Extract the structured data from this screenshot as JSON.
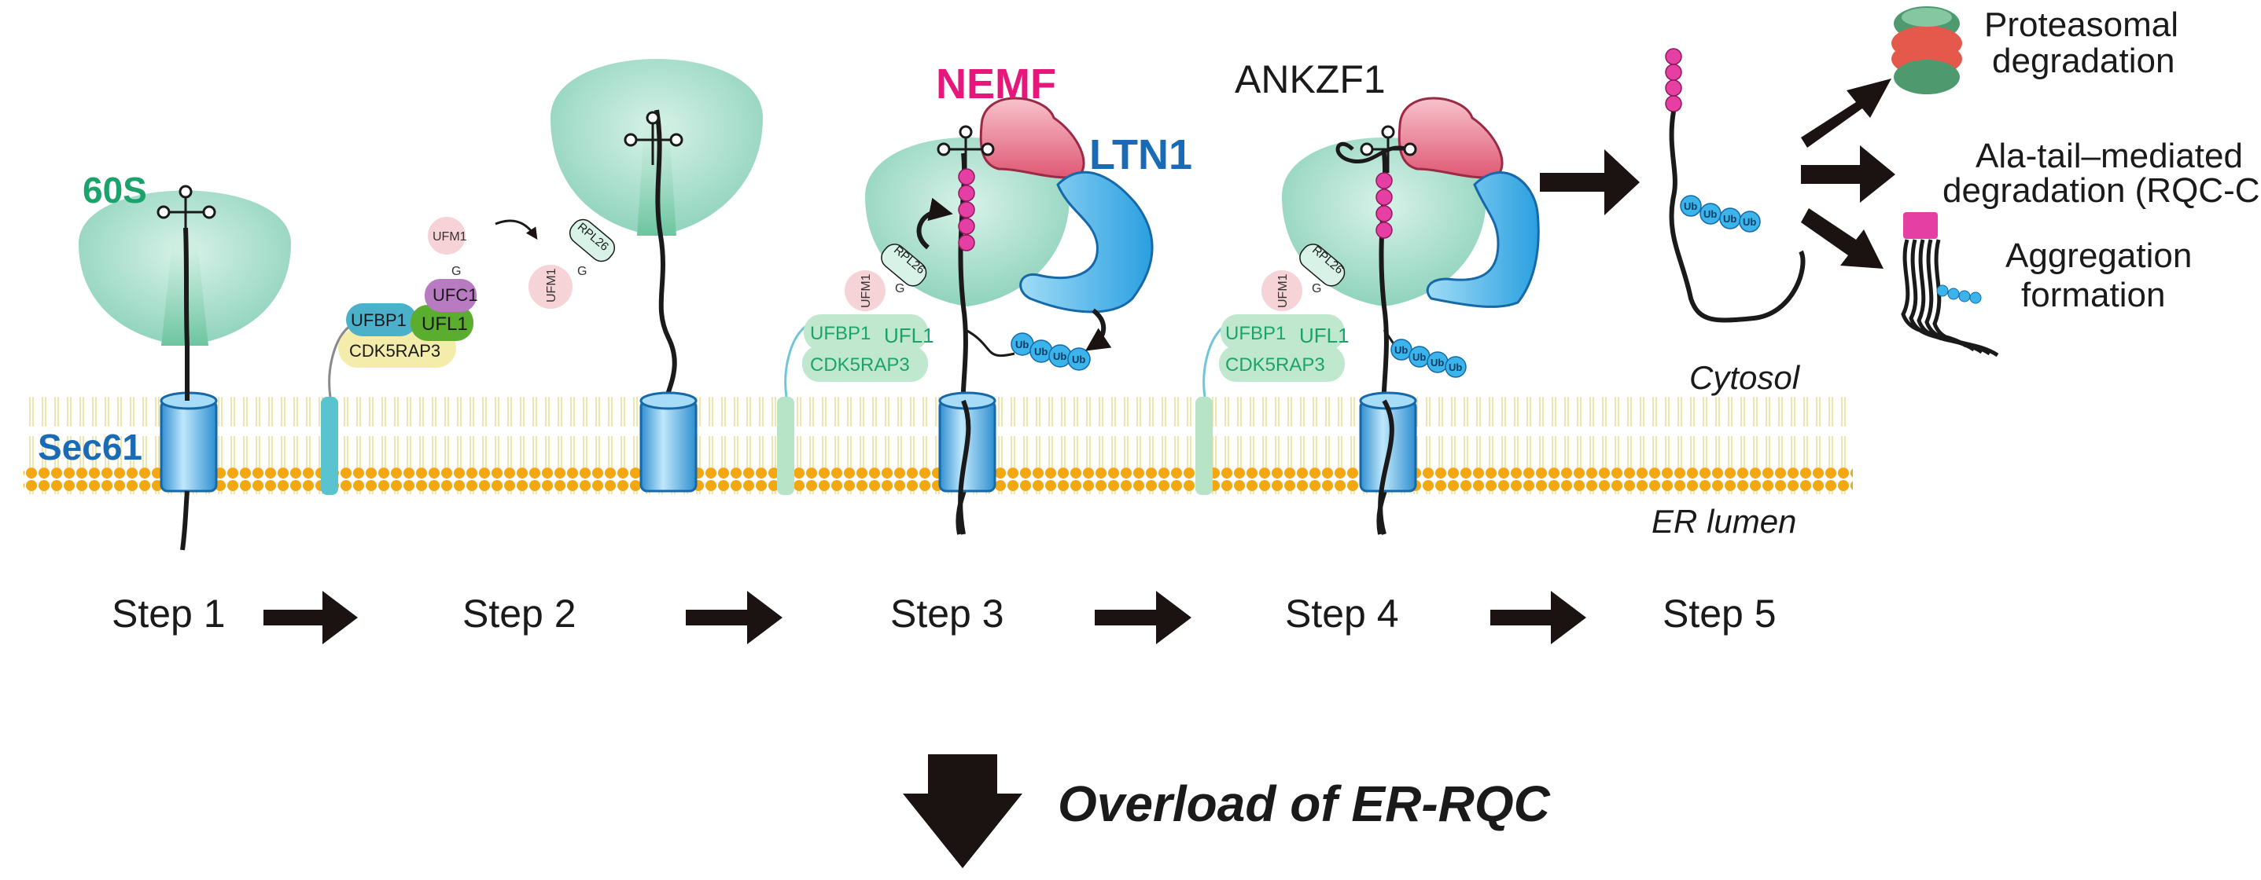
{
  "labels": {
    "ribosome_60s": "60S",
    "translocon": "Sec61",
    "nemf": "NEMF",
    "ltn1": "LTN1",
    "ankzf1": "ANKZF1",
    "cytosol": "Cytosol",
    "er_lumen": "ER lumen",
    "ub": "Ub",
    "ufm1": "UFM1",
    "g": "G",
    "rpl26": "RPL26",
    "ufbp1": "UFBP1",
    "ufl1": "UFL1",
    "ufc1": "UFC1",
    "cdk5rap3": "CDK5RAP3"
  },
  "steps": [
    "Step 1",
    "Step 2",
    "Step 3",
    "Step 4",
    "Step 5"
  ],
  "outcomes": {
    "proteasomal_line1": "Proteasomal",
    "proteasomal_line2": "degradation",
    "ala_tail_line1": "Ala-tail–mediated",
    "ala_tail_line2": "degradation (RQC-C",
    "aggregation_line1": "Aggregation",
    "aggregation_line2": "formation"
  },
  "bottom_text": "Overload of ER-RQC",
  "colors": {
    "ribosome": "#8fd3bd",
    "membrane_head": "#f3a812",
    "membrane_tail": "#ece3a8",
    "sec61": "#3aa9e6",
    "nemf": "#e2637e",
    "ltn1": "#3ab4ea",
    "nemf_label": "#e5177a",
    "ltn1_label": "#1a6bb5",
    "label_60s": "#1ca36b",
    "sec61_label": "#1a6bb5",
    "ala_chain": "#e53fa4",
    "ub": "#3ab4ea",
    "ufbp1": "#4bb0c9",
    "ufl1": "#5aad2e",
    "ufc1": "#b87ac1",
    "cdk5rap3": "#f4ecaa",
    "ufm1": "#f6d3d6",
    "proteasome_green": "#4e9a6e",
    "proteasome_red": "#e5584c",
    "arrow": "#1a1311"
  }
}
